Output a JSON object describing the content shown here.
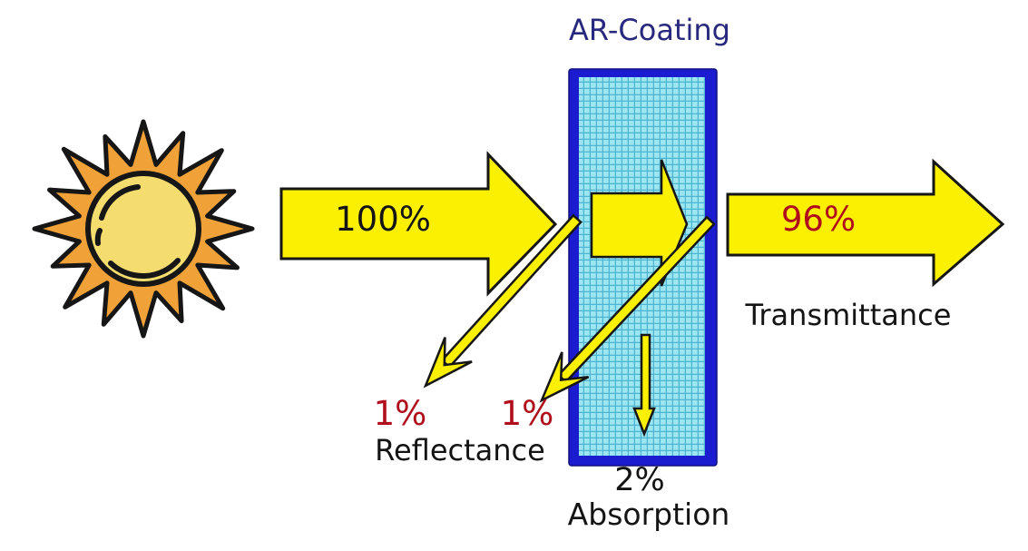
{
  "title": "AR-Coating",
  "flows": {
    "incident": {
      "label": "100%"
    },
    "transmitted": {
      "label": "96%",
      "caption": "Transmittance"
    },
    "reflected_outer": {
      "label": "1%"
    },
    "reflected_inner": {
      "label": "1%"
    },
    "reflected_caption": "Reflectance",
    "absorbed": {
      "label": "2%",
      "caption": "Absorption"
    }
  },
  "colors": {
    "arrow_yellow": "#FAF000",
    "ink": "#161616",
    "panel_border": "#1B1BD0",
    "panel_fill": "#9BE6F1",
    "panel_grid": "#4FB4D1",
    "percent_red": "#B00E1C",
    "title_navy": "#28287E",
    "text_black": "#141414",
    "sun_ray_orange": "#F0A238",
    "sun_disc_yellow": "#F5DC6E",
    "background": "#FFFFFF"
  }
}
